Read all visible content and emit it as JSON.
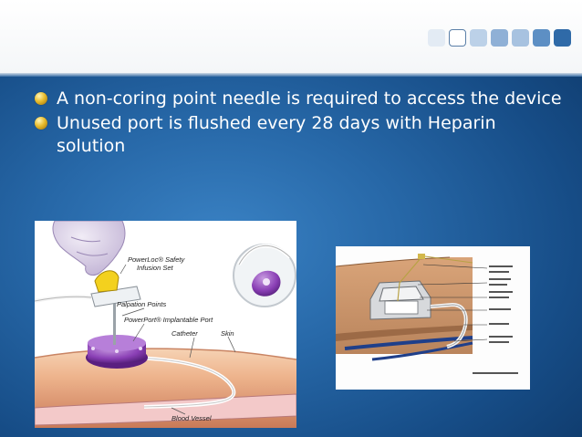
{
  "slide": {
    "bullets": [
      {
        "text": "A non-coring point needle is required to access the device"
      },
      {
        "text": "Unused port is flushed every 28 days with Heparin solution"
      }
    ]
  },
  "header": {
    "square_colors": [
      "#e3ebf4",
      "#ffffff",
      "#bcd1e8",
      "#8fb0d6",
      "#a7c2e0",
      "#5d8fc4",
      "#2f6aa8"
    ]
  },
  "figure_left": {
    "labels": {
      "safety_set": "PowerLoc® Safety",
      "infusion_set": "Infusion Set",
      "palpation": "Palpation Points",
      "port": "PowerPort® Implantable Port",
      "catheter": "Catheter",
      "skin": "Skin",
      "vessel": "Blood Vessel"
    }
  }
}
